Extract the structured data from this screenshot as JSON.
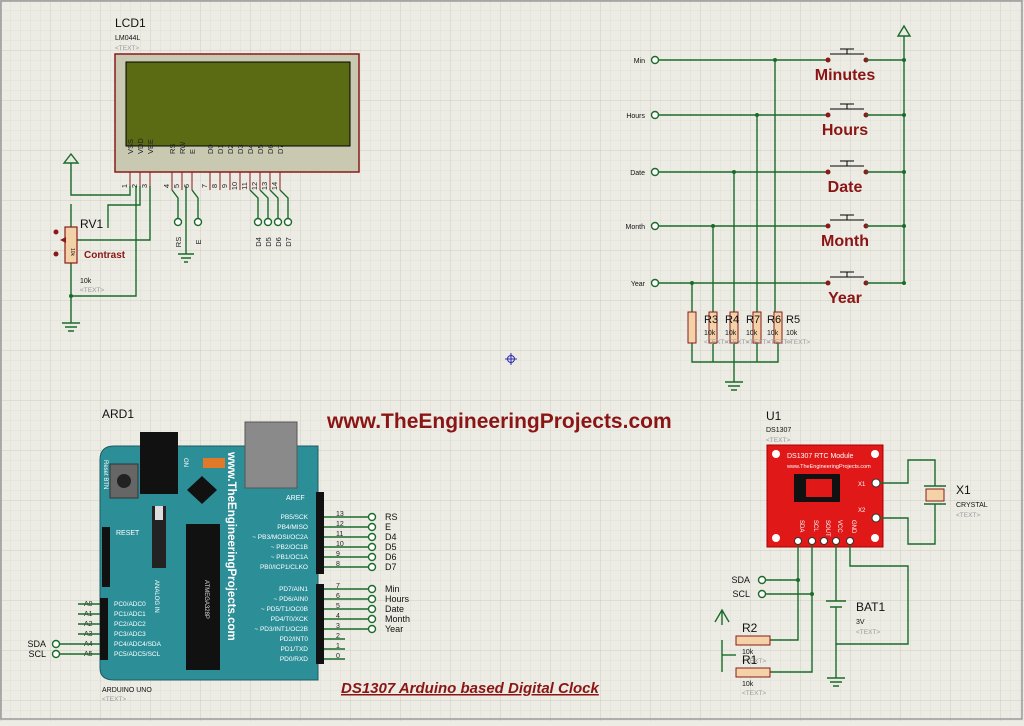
{
  "website": "www.TheEngineeringProjects.com",
  "caption": "DS1307 Arduino based Digital Clock",
  "lcd": {
    "ref": "LCD1",
    "model": "LM044L",
    "text": "<TEXT>",
    "pins": [
      "VSS",
      "VDD",
      "VEE",
      "RS",
      "RW",
      "E",
      "D0",
      "D1",
      "D2",
      "D3",
      "D4",
      "D5",
      "D6",
      "D7"
    ],
    "pin_numbers": [
      "1",
      "2",
      "3",
      "4",
      "5",
      "6",
      "7",
      "8",
      "9",
      "10",
      "11",
      "12",
      "13",
      "14"
    ],
    "terminals": [
      "RS",
      "E",
      "D4",
      "D5",
      "D6",
      "D7"
    ]
  },
  "pot": {
    "ref": "RV1",
    "label": "Contrast",
    "value": "10k",
    "text": "<TEXT>",
    "body": "10k"
  },
  "buttons": [
    {
      "net": "Min",
      "label": "Minutes"
    },
    {
      "net": "Hours",
      "label": "Hours"
    },
    {
      "net": "Date",
      "label": "Date"
    },
    {
      "net": "Month",
      "label": "Month"
    },
    {
      "net": "Year",
      "label": "Year"
    }
  ],
  "pulldowns": {
    "refs": [
      "R3",
      "R4",
      "R7",
      "R6",
      "R5"
    ],
    "value": "10k",
    "text": "<TEXT>"
  },
  "arduino": {
    "ref": "ARD1",
    "model": "ARDUINO UNO",
    "text": "<TEXT>",
    "brand": "www.TheEngineeringProjects.com",
    "reset_btn": "Reset BTN",
    "on": "ON",
    "reset": "RESET",
    "aref": "AREF",
    "analog": "ANALOG IN",
    "chip": "ATMEGA328P",
    "top_pins": [
      {
        "name": "PB5/SCK",
        "num": "13",
        "net": "RS"
      },
      {
        "name": "PB4/MISO",
        "num": "12",
        "net": "E"
      },
      {
        "name": "~ PB3/MOSI/OC2A",
        "num": "11",
        "net": "D4"
      },
      {
        "name": "~ PB2/OC1B",
        "num": "10",
        "net": "D5"
      },
      {
        "name": "~ PB1/OC1A",
        "num": "9",
        "net": "D6"
      },
      {
        "name": "PB0/ICP1/CLKO",
        "num": "8",
        "net": "D7"
      }
    ],
    "bottom_pins": [
      {
        "name": "PD7/AIN1",
        "num": "7",
        "net": "Min"
      },
      {
        "name": "~ PD6/AIN0",
        "num": "6",
        "net": "Hours"
      },
      {
        "name": "~ PD5/T1/OC0B",
        "num": "5",
        "net": "Date"
      },
      {
        "name": "PD4/T0/XCK",
        "num": "4",
        "net": "Month"
      },
      {
        "name": "~ PD3/INT1/OC2B",
        "num": "3",
        "net": "Year"
      },
      {
        "name": "PD2/INT0",
        "num": "2",
        "net": ""
      },
      {
        "name": "PD1/TXD",
        "num": "1",
        "net": ""
      },
      {
        "name": "PD0/RXD",
        "num": "0",
        "net": ""
      }
    ],
    "analog_pins": [
      {
        "pin": "A0",
        "name": "PC0/ADC0",
        "net": ""
      },
      {
        "pin": "A1",
        "name": "PC1/ADC1",
        "net": ""
      },
      {
        "pin": "A2",
        "name": "PC2/ADC2",
        "net": ""
      },
      {
        "pin": "A3",
        "name": "PC3/ADC3",
        "net": ""
      },
      {
        "pin": "A4",
        "name": "PC4/ADC4/SDA",
        "net": "SDA"
      },
      {
        "pin": "A5",
        "name": "PC5/ADC5/SCL",
        "net": "SCL"
      }
    ]
  },
  "rtc": {
    "ref": "U1",
    "model": "DS1307",
    "text": "<TEXT>",
    "board_title": "DS1307 RTC Module",
    "board_url": "www.TheEngineeringProjects.com",
    "x1": "X1",
    "x2": "X2",
    "pins": [
      "SDA",
      "SCL",
      "SOUT",
      "VCC",
      "GND"
    ],
    "nets": [
      "SDA",
      "SCL"
    ]
  },
  "crystal": {
    "ref": "X1",
    "model": "CRYSTAL",
    "text": "<TEXT>"
  },
  "battery": {
    "ref": "BAT1",
    "value": "3V",
    "text": "<TEXT>"
  },
  "pullups": [
    {
      "ref": "R2",
      "value": "10k",
      "text": "<TEXT>"
    },
    {
      "ref": "R1",
      "value": "10k",
      "text": "<TEXT>"
    }
  ]
}
